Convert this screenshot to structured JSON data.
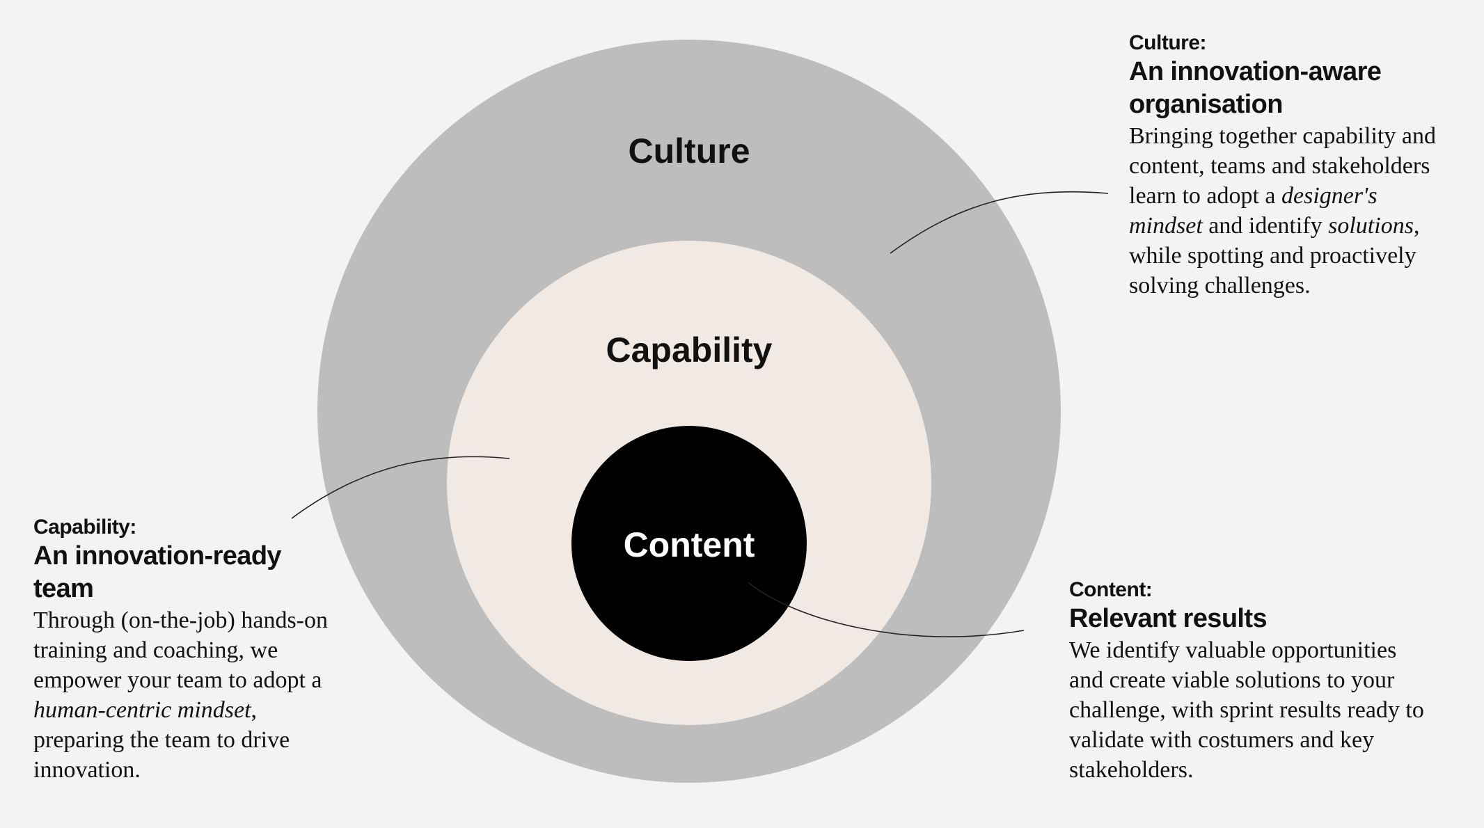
{
  "colors": {
    "background": "#f3f3f3",
    "culture_ring": "#bdbdbd",
    "capability_ring": "#f1e9e4",
    "content_core": "#000000",
    "connector": "#222222"
  },
  "rings": {
    "culture": "Culture",
    "capability": "Capability",
    "content": "Content"
  },
  "annotations": {
    "culture": {
      "kicker": "Culture:",
      "heading_line1": "An innovation-aware",
      "heading_line2": "organisation",
      "body_pre": "Bringing together capability and content, teams and stakeholders learn to adopt a ",
      "body_em1": "designer's mindset",
      "body_mid": " and identify ",
      "body_em2": "solutions",
      "body_post": ", while spotting and proactively solving challenges."
    },
    "capability": {
      "kicker": "Capability:",
      "heading": "An innovation-ready team",
      "body_pre": "Through (on-the-job) hands-on training and coaching, we empower your team to adopt a ",
      "body_em": "human-centric mindset",
      "body_post": ", preparing the team to drive innovation."
    },
    "content": {
      "kicker": "Content:",
      "heading": "Relevant results",
      "body": "We identify valuable opportunities and create viable solutions to your challenge, with sprint results ready to validate with costumers and key stakeholders."
    }
  }
}
